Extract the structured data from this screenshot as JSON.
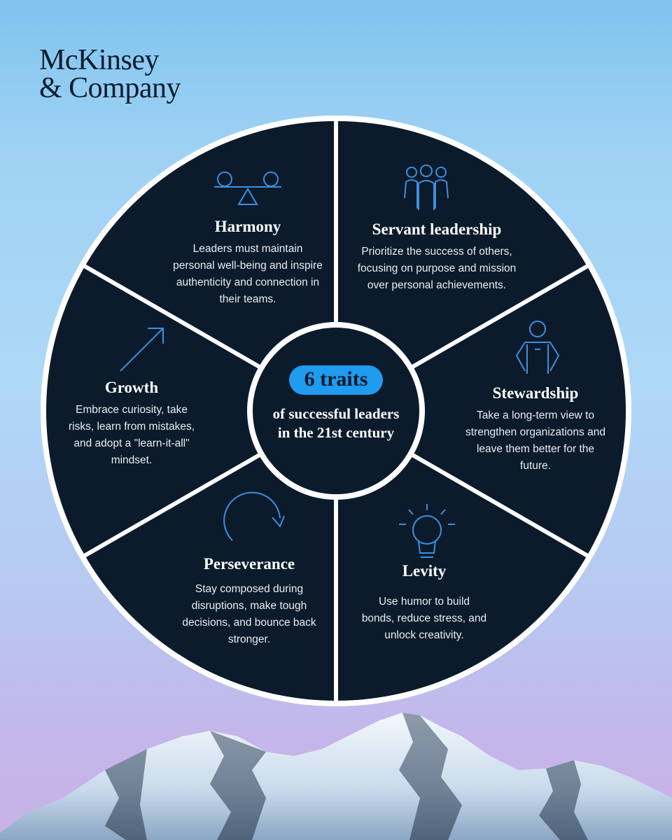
{
  "brand": {
    "line1": "McKinsey",
    "line2": "& Company"
  },
  "center": {
    "pill": "6 traits",
    "subtitle": "of successful leaders in the 21st century"
  },
  "traits": [
    {
      "title": "Harmony",
      "description": "Leaders must maintain personal well-being and inspire authenticity and connection in their teams.",
      "icon": "balance-icon"
    },
    {
      "title": "Servant leadership",
      "description": "Prioritize the success of others, focusing on purpose and mission over personal achievements.",
      "icon": "group-icon"
    },
    {
      "title": "Stewardship",
      "description": "Take a long-term view to strengthen organizations and leave them better for the future.",
      "icon": "person-icon"
    },
    {
      "title": "Levity",
      "description": "Use humor to build bonds, reduce stress, and unlock creativity.",
      "icon": "lightbulb-icon"
    },
    {
      "title": "Perseverance",
      "description": "Stay composed during disruptions, make tough decisions, and bounce back stronger.",
      "icon": "circular-arrow-icon"
    },
    {
      "title": "Growth",
      "description": "Embrace curiosity, take risks, learn from mistakes, and adopt a \"learn-it-all\" mindset.",
      "icon": "arrow-up-right-icon"
    }
  ],
  "colors": {
    "wheel": "#0b1b2b",
    "divider": "#ffffff",
    "accent": "#1f9bf0",
    "icon": "#3d8fe0"
  }
}
